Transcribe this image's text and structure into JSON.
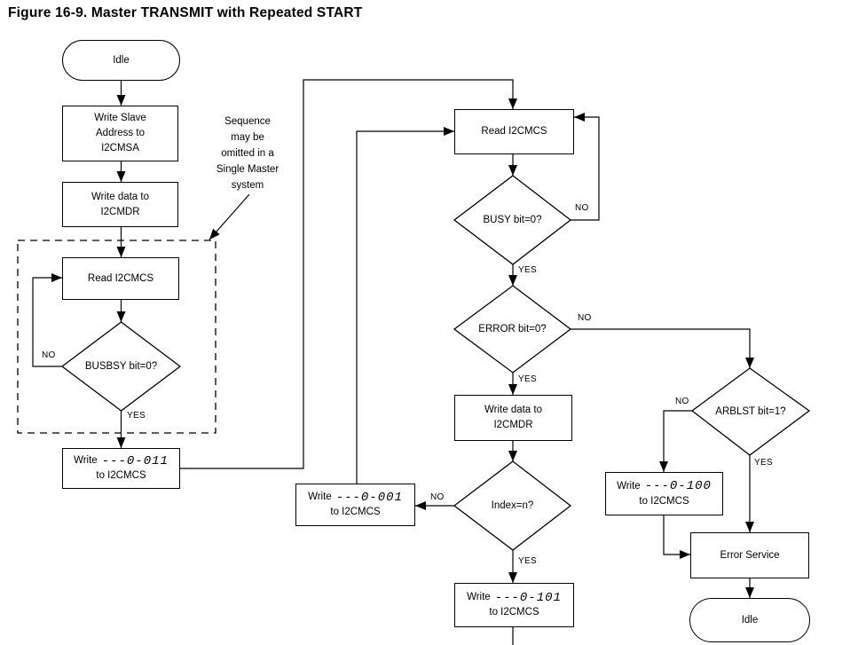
{
  "title": "Figure 16-9. Master TRANSMIT with Repeated START",
  "note": {
    "text": "Sequence\nmay be\nomitted in a\nSingle Master\nsystem"
  },
  "labels": {
    "yes": "YES",
    "no": "NO"
  },
  "colors": {
    "line": "#000000",
    "background": "#ffffff",
    "text": "#000000"
  },
  "nodes": {
    "idle_start": {
      "label": "Idle"
    },
    "write_slave_address": {
      "label": "Write Slave\nAddress to\nI2CMSA"
    },
    "write_data_top": {
      "label": "Write data to\nI2CMDR"
    },
    "read_i2cmcs_left": {
      "label": "Read I2CMCS"
    },
    "busbsy_decision": {
      "label": "BUSBSY bit=0?"
    },
    "write_011": {
      "prefix": "Write",
      "value": "---0-011",
      "suffix": "to I2CMCS"
    },
    "read_i2cmcs_main": {
      "label": "Read I2CMCS"
    },
    "busy_decision": {
      "label": "BUSY bit=0?"
    },
    "error_decision": {
      "label": "ERROR bit=0?"
    },
    "write_data_mid": {
      "label": "Write data to\nI2CMDR"
    },
    "index_decision": {
      "label": "Index=n?"
    },
    "write_001": {
      "prefix": "Write",
      "value": "---0-001",
      "suffix": "to I2CMCS"
    },
    "write_101": {
      "prefix": "Write",
      "value": "---0-101",
      "suffix": "to I2CMCS"
    },
    "arblst_decision": {
      "label": "ARBLST bit=1?"
    },
    "write_100": {
      "prefix": "Write",
      "value": "---0-100",
      "suffix": "to I2CMCS"
    },
    "error_service": {
      "label": "Error Service"
    },
    "idle_end": {
      "label": "Idle"
    }
  }
}
